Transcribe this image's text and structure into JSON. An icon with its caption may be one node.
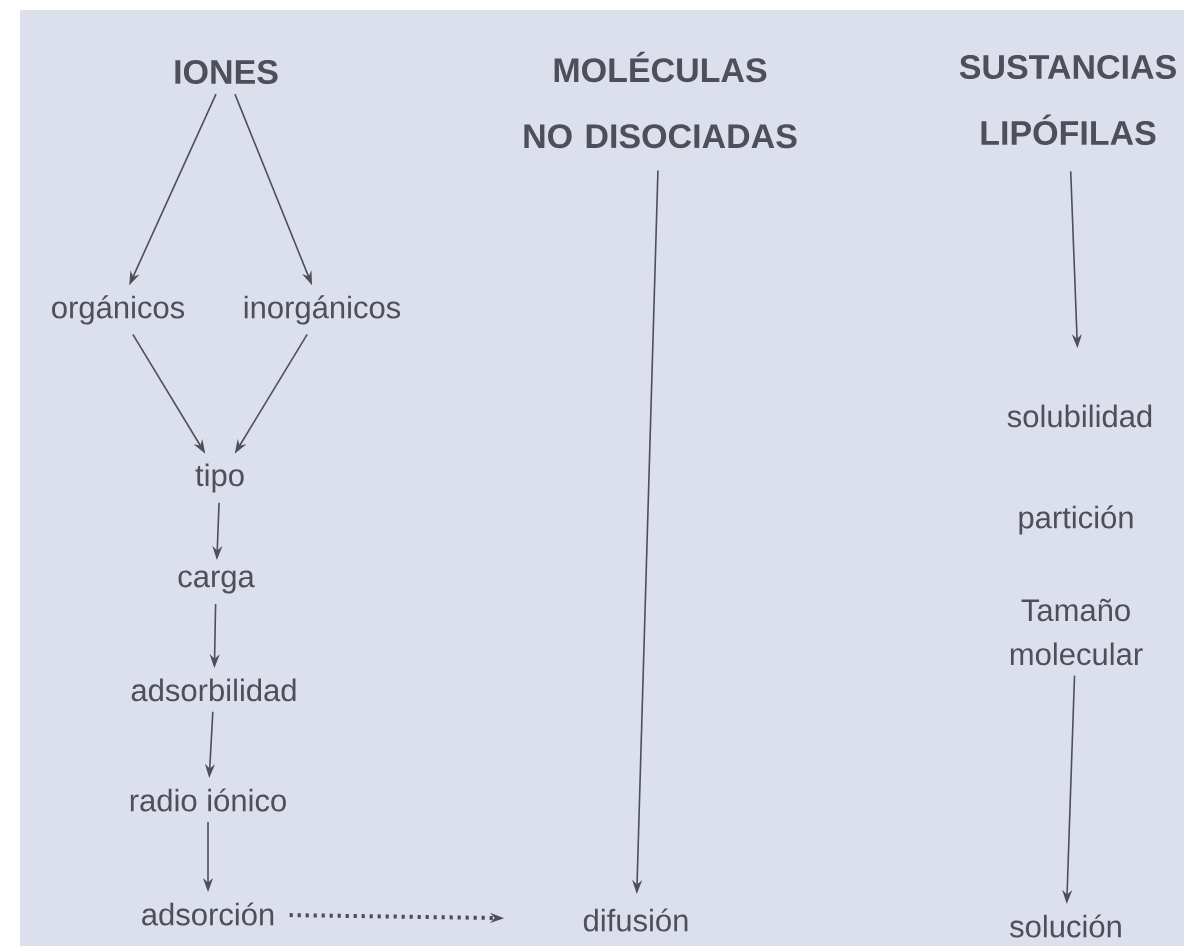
{
  "diagram": {
    "nodes": [
      {
        "text": [
          "IONES"
        ]
      },
      {
        "text": [
          "MOLÉCULAS NO DISOCIADAS"
        ]
      },
      {
        "text": [
          "SUSTANCIAS LIPÓFILAS"
        ]
      },
      {
        "text": [
          "orgánicos"
        ]
      },
      {
        "text": [
          "inorgánicos"
        ]
      },
      {
        "text": [
          "tipo"
        ]
      },
      {
        "text": [
          "carga"
        ]
      },
      {
        "text": [
          "adsorbilidad"
        ]
      },
      {
        "text": [
          "radio iónico"
        ]
      },
      {
        "text": [
          "adsorción"
        ]
      },
      {
        "text": [
          "difusión"
        ]
      },
      {
        "text": [
          "solubilidad"
        ]
      },
      {
        "text": [
          "partición"
        ]
      },
      {
        "text": [
          "Tamaño molecular"
        ]
      },
      {
        "text": [
          "solución"
        ]
      }
    ],
    "edges": [
      {
        "from": 0,
        "to": 3,
        "arrow": "to"
      },
      {
        "from": 0,
        "to": 4,
        "arrow": "to"
      },
      {
        "from": 3,
        "to": 5,
        "arrow": "to"
      },
      {
        "from": 4,
        "to": 5,
        "arrow": "to"
      },
      {
        "from": 5,
        "to": 6,
        "arrow": "to"
      },
      {
        "from": 6,
        "to": 7,
        "arrow": "to"
      },
      {
        "from": 7,
        "to": 8,
        "arrow": "to"
      },
      {
        "from": 8,
        "to": 9,
        "arrow": "to"
      },
      {
        "from": 9,
        "to": 10,
        "arrow": "to",
        "style": "dashed"
      },
      {
        "from": 1,
        "to": 10,
        "arrow": "to"
      },
      {
        "from": 2,
        "to": 11,
        "arrow": "to"
      },
      {
        "from": 13,
        "to": 14,
        "arrow": "to"
      }
    ]
  }
}
